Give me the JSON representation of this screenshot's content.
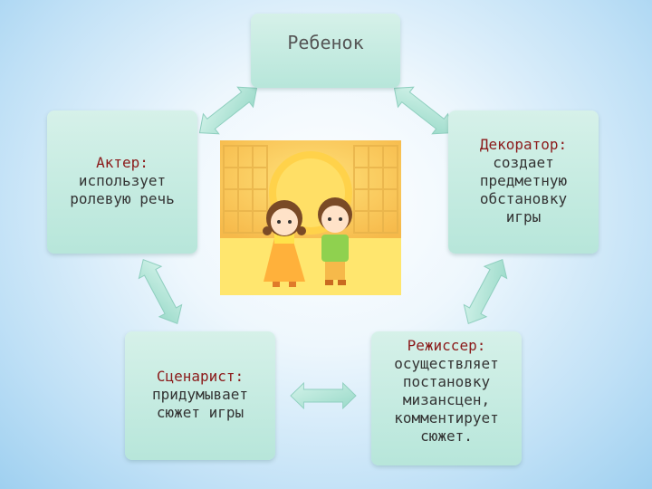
{
  "child": {
    "title": "Ребенок"
  },
  "actor": {
    "role": "Актер:",
    "lines": [
      "использует",
      "ролевую речь"
    ]
  },
  "decorator": {
    "role": "Декоратор:",
    "lines": [
      "создает",
      "предметную",
      "обстановку",
      "игры"
    ]
  },
  "writer": {
    "role": "Сценарист:",
    "lines": [
      "придумывает",
      "сюжет игры"
    ]
  },
  "director": {
    "role": "Режиссер:",
    "lines": [
      "осуществляет",
      "постановку",
      "мизансцен,",
      "комментирует",
      "сюжет."
    ]
  },
  "colors": {
    "box": "#c6ece2",
    "role_text": "#8b1a1a",
    "arrow": "#a9e2d3"
  }
}
